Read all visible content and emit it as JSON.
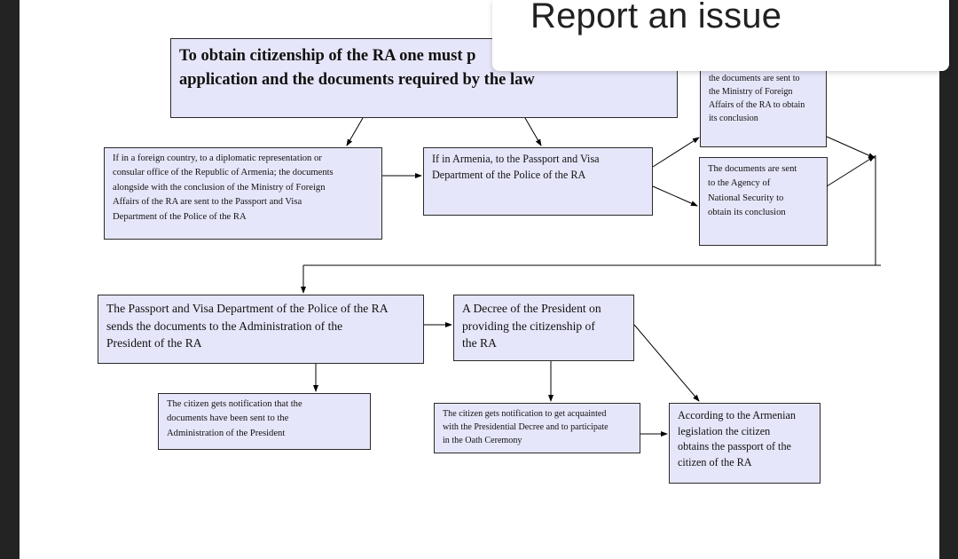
{
  "flowchart": {
    "title": "To obtain citizenship of the RA one must present an application and the documents required by the law",
    "title_line1": "To obtain citizenship of the RA one must p",
    "title_line2": "application and the documents required by the law",
    "foreign": [
      "If in a foreign country, to a diplomatic representation or",
      "consular office of the Republic of Armenia; the documents",
      "alongside with the conclusion of the Ministry of Foreign",
      "Affairs of the RA are sent to the Passport and Visa",
      "Department of the Police of the RA"
    ],
    "armenia": [
      "If in Armenia, to the Passport and Visa",
      "Department of the Police of the RA"
    ],
    "mfa": [
      "the documents are sent to",
      "the Ministry of Foreign",
      "Affairs of the RA to obtain",
      "its conclusion"
    ],
    "nss": [
      "The documents are sent",
      "to the Agency of",
      "National Security to",
      "obtain its conclusion"
    ],
    "pvd": [
      "The Passport and Visa Department of the Police of the RA",
      "sends the documents to the Administration of the",
      "President of the RA"
    ],
    "decree": [
      "A Decree of the President on",
      "providing the citizenship of",
      "the RA"
    ],
    "notif1": [
      "The citizen gets notification that the",
      "documents have been sent to the",
      "Administration of the President"
    ],
    "notif2": [
      "The citizen gets notification to get acquainted",
      "with the Presidential Decree and to participate",
      "in the Oath Ceremony"
    ],
    "passport": [
      "According to the Armenian",
      "legislation the citizen",
      "obtains the passport of the",
      "citizen of the RA"
    ]
  },
  "overlay": {
    "title": "Report an issue"
  },
  "colors": {
    "box_fill": "#e6e6fa",
    "box_border": "#2a2a2a",
    "background": "#232323"
  }
}
